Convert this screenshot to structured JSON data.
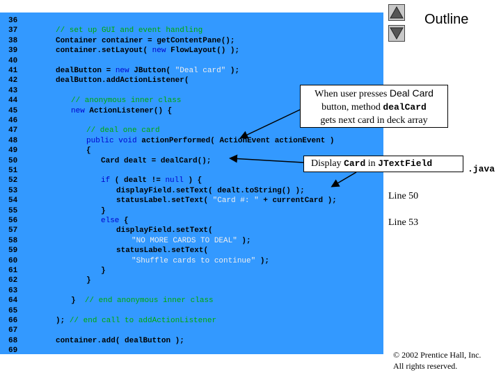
{
  "outline": {
    "title": "Outline"
  },
  "code": {
    "lines": [
      {
        "n": "36",
        "t": ""
      },
      {
        "n": "37",
        "t": "// set up GUI and event handling",
        "c": "cmt",
        "i": 80
      },
      {
        "n": "38",
        "t": "Container container = getContentPane();",
        "c": "txt",
        "i": 80
      },
      {
        "n": "39",
        "t": "container.setLayout( new FlowLayout() );",
        "c": "mix39",
        "i": 80
      },
      {
        "n": "40",
        "t": ""
      },
      {
        "n": "41",
        "t": "dealButton = new JButton( \"Deal card\" );",
        "c": "mix41",
        "i": 80
      },
      {
        "n": "42",
        "t": "dealButton.addActionListener(",
        "c": "txt",
        "i": 80
      },
      {
        "n": "43",
        "t": ""
      },
      {
        "n": "44",
        "t": "// anonymous inner class",
        "c": "cmt",
        "i": 102
      },
      {
        "n": "45",
        "t": "new ActionListener() {",
        "c": "mix45",
        "i": 102
      },
      {
        "n": "46",
        "t": ""
      },
      {
        "n": "47",
        "t": "// deal one card",
        "c": "cmt",
        "i": 124
      },
      {
        "n": "48",
        "t": "public void actionPerformed( ActionEvent actionEvent )",
        "c": "mix48",
        "i": 124
      },
      {
        "n": "49",
        "t": "{",
        "c": "txt",
        "i": 124
      },
      {
        "n": "50",
        "t": "Card dealt = dealCard();",
        "c": "txt",
        "i": 145
      },
      {
        "n": "51",
        "t": ""
      },
      {
        "n": "52",
        "t": "if ( dealt != null ) {",
        "c": "mix52",
        "i": 145
      },
      {
        "n": "53",
        "t": "displayField.setText( dealt.toString() );",
        "c": "txt",
        "i": 167
      },
      {
        "n": "54",
        "t": "statusLabel.setText( \"Card #: \" + currentCard );",
        "c": "mix54",
        "i": 167
      },
      {
        "n": "55",
        "t": "}",
        "c": "txt",
        "i": 145
      },
      {
        "n": "56",
        "t": "else {",
        "c": "mix56",
        "i": 145
      },
      {
        "n": "57",
        "t": "displayField.setText(",
        "c": "txt",
        "i": 167
      },
      {
        "n": "58",
        "t": "\"NO MORE CARDS TO DEAL\" );",
        "c": "mix58",
        "i": 189
      },
      {
        "n": "59",
        "t": "statusLabel.setText(",
        "c": "txt",
        "i": 167
      },
      {
        "n": "60",
        "t": "\"Shuffle cards to continue\" );",
        "c": "mix60",
        "i": 189
      },
      {
        "n": "61",
        "t": "}",
        "c": "txt",
        "i": 145
      },
      {
        "n": "62",
        "t": "}",
        "c": "txt",
        "i": 124
      },
      {
        "n": "63",
        "t": ""
      },
      {
        "n": "64",
        "t": "}  // end anonymous inner class",
        "c": "mix64",
        "i": 102
      },
      {
        "n": "65",
        "t": ""
      },
      {
        "n": "66",
        "t": "); // end call to addActionListener",
        "c": "mix66",
        "i": 80
      },
      {
        "n": "67",
        "t": ""
      },
      {
        "n": "68",
        "t": "container.add( dealButton );",
        "c": "txt",
        "i": 80
      },
      {
        "n": "69",
        "t": ""
      }
    ]
  },
  "callouts": {
    "deal_card": {
      "line1_prefix": "When user presses ",
      "line1_em": "Deal Card",
      "line2_prefix": "button, method ",
      "line2_code": "dealCard",
      "line3": "gets next card in deck array"
    },
    "display": {
      "prefix": "Display ",
      "code1": "Card",
      "mid": " in ",
      "code2": "JTextField"
    }
  },
  "file_ext": ".java",
  "side_labels": {
    "line50": "Line 50",
    "line53": "Line 53"
  },
  "copyright": {
    "line1": "© 2002 Prentice Hall, Inc.",
    "line2": "All rights reserved."
  }
}
